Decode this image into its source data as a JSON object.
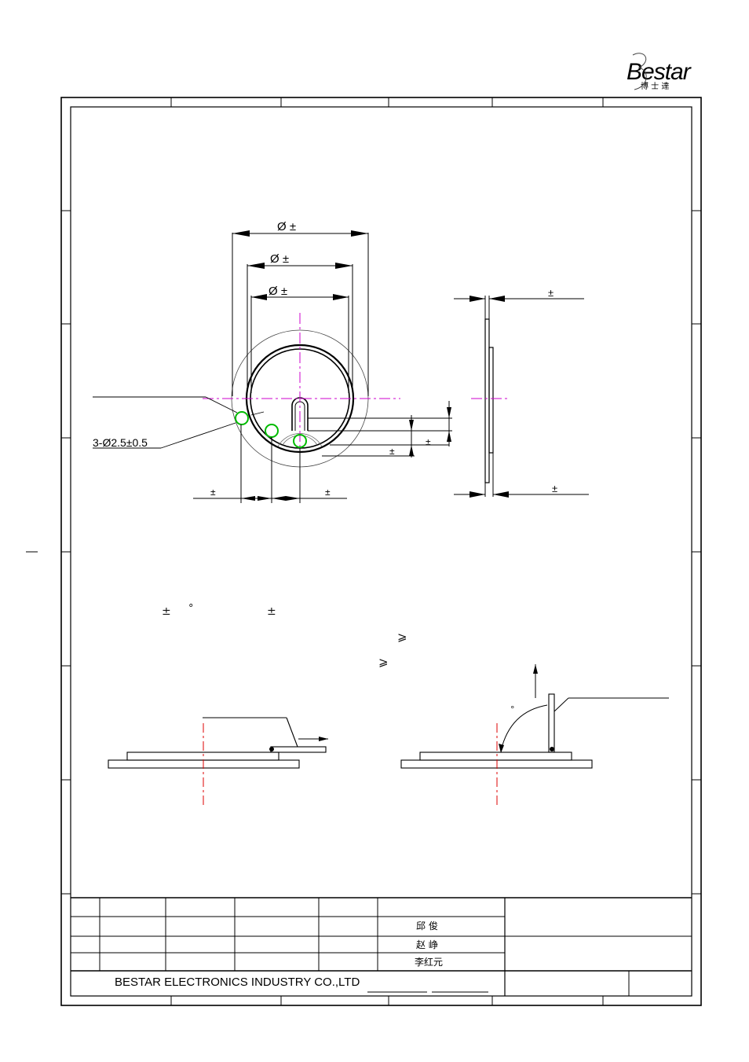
{
  "logo": {
    "brand": "Bestar",
    "chinese": "博 士 達"
  },
  "front_view": {
    "dim_outer": "Ø    ±",
    "dim_middle": "Ø       ±",
    "dim_inner": "Ø       ±",
    "hole_callout": "3-Ø2.5±0.5",
    "dim_bottom_left": "±",
    "dim_bottom_right": "±",
    "dim_tab_a": "±",
    "dim_tab_b": "±"
  },
  "side_view": {
    "dim_top": "±",
    "dim_bottom": "±"
  },
  "notes": {
    "line1_a": "±",
    "line1_b": "°",
    "line1_c": "±",
    "line2": "⩾",
    "line3": "⩾"
  },
  "bend_diagram": {
    "angle_mark": "°"
  },
  "title_block": {
    "drawn_by": "邱 俊",
    "checked_by": "赵 峥",
    "approved_by": "李红元",
    "company": "BESTAR  ELECTRONICS  INDUSTRY  CO.,LTD"
  },
  "colors": {
    "line": "#000000",
    "centerline_magenta": "#cc00cc",
    "centerline_red": "#dd0000",
    "solder_mark_green": "#00bb00"
  }
}
